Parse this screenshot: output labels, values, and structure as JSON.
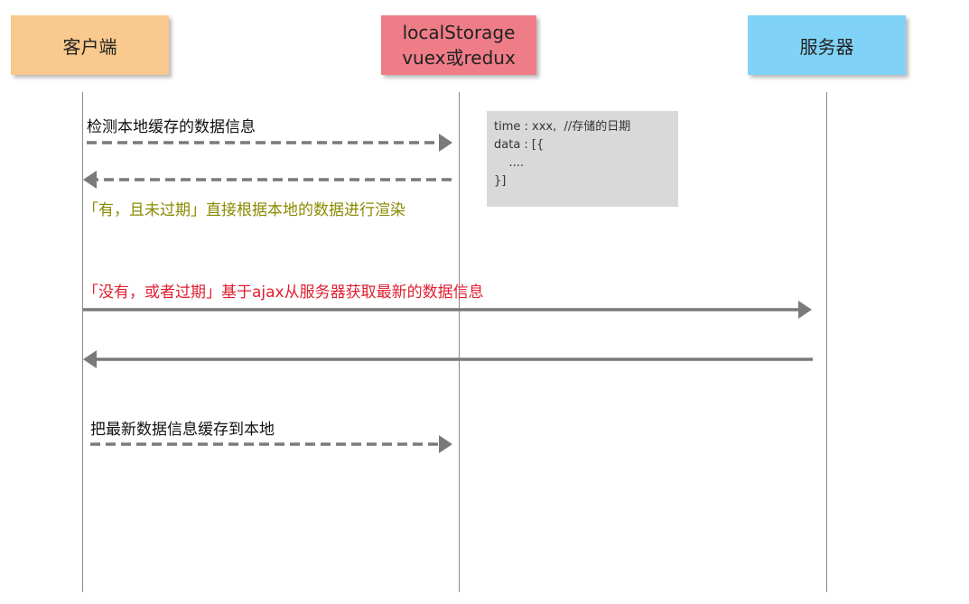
{
  "actors": {
    "client": "客户端",
    "storage_line1": "localStorage",
    "storage_line2": "vuex或redux",
    "server": "服务器"
  },
  "messages": {
    "check": "检测本地缓存的数据信息",
    "fresh": "「有，且未过期」直接根据本地的数据进行渲染",
    "expired": "「没有，或者过期」基于ajax从服务器获取最新的数据信息",
    "cache": "把最新数据信息缓存到本地"
  },
  "note": {
    "line1": "time : xxx,  //存储的日期",
    "line2": "data : [{",
    "line3": "    ....",
    "line4": "}]"
  },
  "colors": {
    "client_box": "#f9c98d",
    "storage_box": "#ef7d88",
    "server_box": "#80d2f6",
    "fresh_text": "#8a8a00",
    "expired_text": "#e01e2f",
    "arrow": "#7a7a7a",
    "note_bg": "#d9d9d9"
  }
}
